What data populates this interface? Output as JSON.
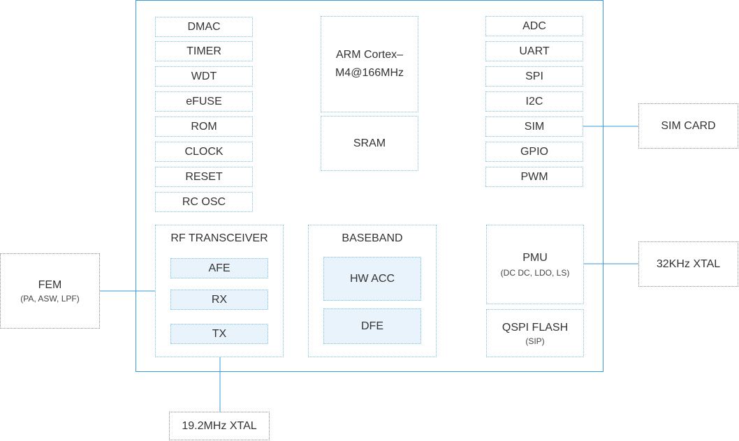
{
  "left_blocks": [
    "DMAC",
    "TIMER",
    "WDT",
    "eFUSE",
    "ROM",
    "CLOCK",
    "RESET",
    "RC OSC"
  ],
  "cpu": {
    "line1": "ARM Cortex–",
    "line2": "M4@166MHz"
  },
  "sram": "SRAM",
  "right_blocks": [
    "ADC",
    "UART",
    "SPI",
    "I2C",
    "SIM",
    "GPIO",
    "PWM"
  ],
  "rf": {
    "title": "RF TRANSCEIVER",
    "afe": "AFE",
    "rx": "RX",
    "tx": "TX"
  },
  "baseband": {
    "title": "BASEBAND",
    "hw_acc": "HW ACC",
    "dfe": "DFE"
  },
  "pmu": {
    "title": "PMU",
    "sub": "(DC DC, LDO, LS)"
  },
  "qspi": {
    "title": "QSPI FLASH",
    "sub": "(SIP)"
  },
  "external": {
    "sim_card": "SIM CARD",
    "xtal_32k": "32KHz XTAL",
    "fem": "FEM",
    "fem_sub": "(PA, ASW, LPF)",
    "xtal_19m": "19.2MHz XTAL"
  },
  "colors": {
    "chip_border": "#3a9ad9",
    "block_border": "#7bbfe3",
    "block_fill": "#e9f3fb",
    "external_border": "#8a8a8a"
  }
}
